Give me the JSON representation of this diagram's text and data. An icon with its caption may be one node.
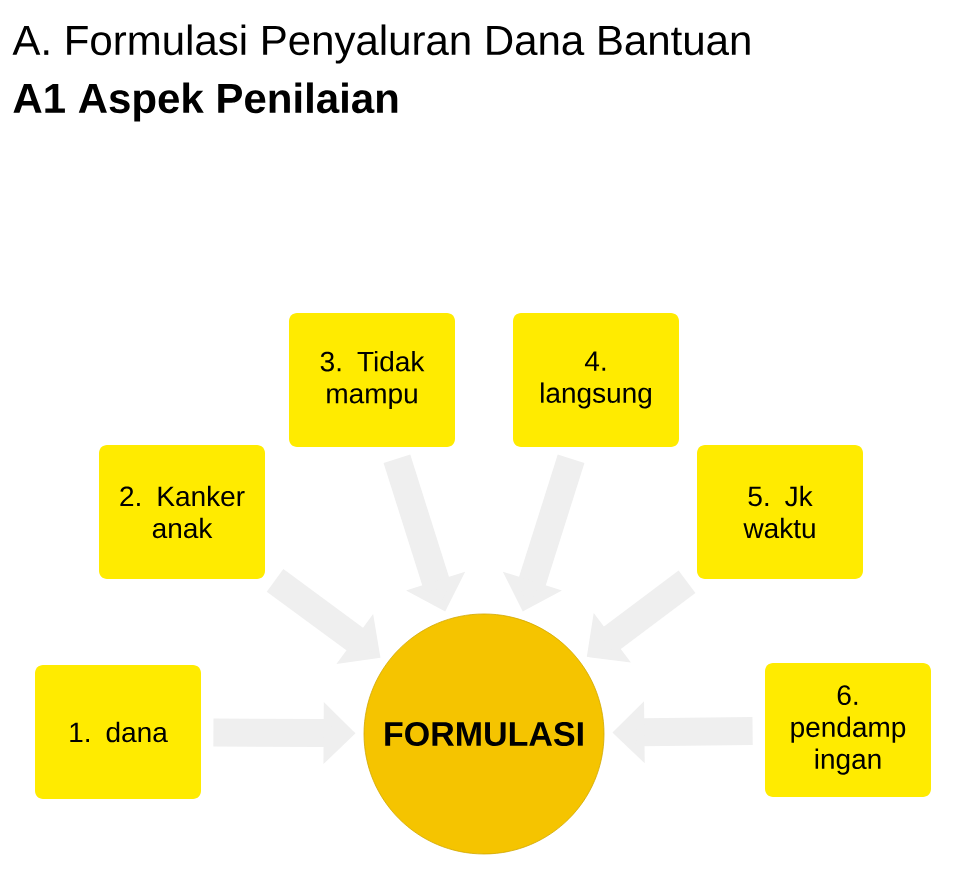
{
  "diagram": {
    "title": "A. Formulasi Penyaluran Dana Bantuan",
    "caption": "A1 Aspek Penilaian",
    "nodes": [
      {
        "text": [
          "1. dana"
        ]
      },
      {
        "text": [
          "2. Kanker anak"
        ]
      },
      {
        "text": [
          "3. Tidak mampu"
        ]
      },
      {
        "text": [
          "4. langsung"
        ]
      },
      {
        "text": [
          "5. Jk waktu"
        ]
      },
      {
        "text": [
          "6. pendamp ingan"
        ]
      },
      {
        "text": [
          "FORMULASI"
        ]
      }
    ],
    "edges": [
      {
        "from": 0,
        "to": 6,
        "arrow": "to"
      },
      {
        "from": 1,
        "to": 6,
        "arrow": "to"
      },
      {
        "from": 2,
        "to": 6,
        "arrow": "to"
      },
      {
        "from": 3,
        "to": 6,
        "arrow": "to"
      },
      {
        "from": 4,
        "to": 6,
        "arrow": "to"
      },
      {
        "from": 5,
        "to": 6,
        "arrow": "to"
      }
    ]
  }
}
